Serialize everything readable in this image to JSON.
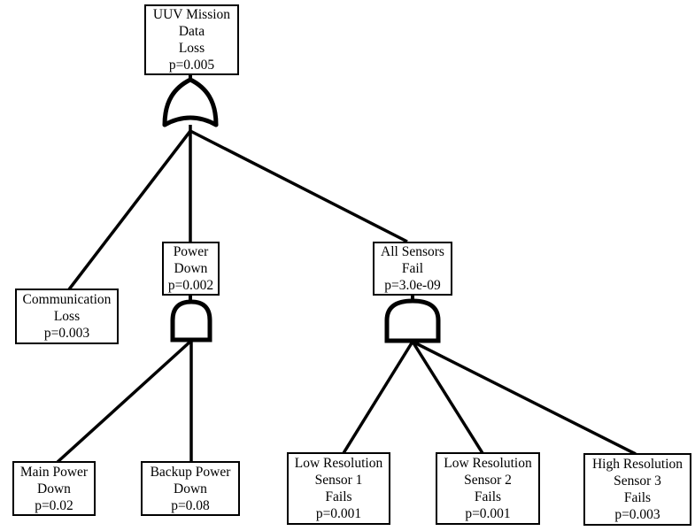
{
  "diagram": {
    "type": "fault-tree",
    "colors": {
      "stroke": "#000000",
      "background": "#ffffff",
      "text": "#000000"
    },
    "nodes": {
      "top": {
        "label": "UUV Mission\nData\nLoss",
        "probability": "p=0.005",
        "gate": "OR"
      },
      "communication_loss": {
        "label": "Communication\nLoss",
        "probability": "p=0.003",
        "gate": null
      },
      "power_down": {
        "label": "Power\nDown",
        "probability": "p=0.002",
        "gate": "AND"
      },
      "all_sensors_fail": {
        "label": "All Sensors\nFail",
        "probability": "p=3.0e-09",
        "gate": "AND"
      },
      "main_power_down": {
        "label": "Main Power\nDown",
        "probability": "p=0.02",
        "gate": null
      },
      "backup_power_down": {
        "label": "Backup Power\nDown",
        "probability": "p=0.08",
        "gate": null
      },
      "low_res_sensor_1": {
        "label": "Low Resolution\nSensor 1\nFails",
        "probability": "p=0.001",
        "gate": null
      },
      "low_res_sensor_2": {
        "label": "Low Resolution\nSensor 2\nFails",
        "probability": "p=0.001",
        "gate": null
      },
      "high_res_sensor_3": {
        "label": "High Resolution\nSensor 3\nFails",
        "probability": "p=0.003",
        "gate": null
      }
    },
    "edges": [
      {
        "from": "top",
        "to": "communication_loss"
      },
      {
        "from": "top",
        "to": "power_down"
      },
      {
        "from": "top",
        "to": "all_sensors_fail"
      },
      {
        "from": "power_down",
        "to": "main_power_down"
      },
      {
        "from": "power_down",
        "to": "backup_power_down"
      },
      {
        "from": "all_sensors_fail",
        "to": "low_res_sensor_1"
      },
      {
        "from": "all_sensors_fail",
        "to": "low_res_sensor_2"
      },
      {
        "from": "all_sensors_fail",
        "to": "high_res_sensor_3"
      }
    ]
  }
}
